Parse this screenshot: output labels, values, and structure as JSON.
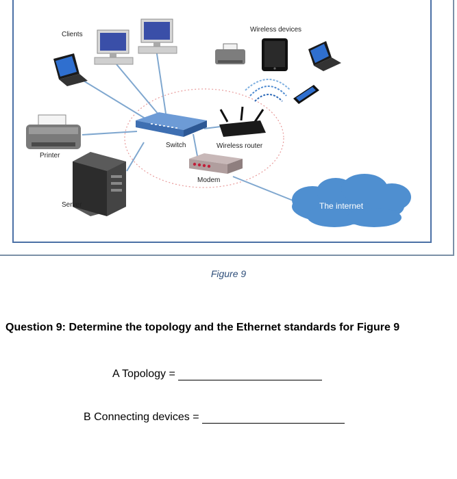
{
  "diagram": {
    "labels": {
      "clients": "Clients",
      "wireless_devices": "Wireless devices",
      "printer": "Printer",
      "server": "Server",
      "switch": "Switch",
      "wireless_router": "Wireless router",
      "modem": "Modem",
      "internet": "The internet"
    },
    "colors": {
      "frame": "#4a6fa5",
      "cable": "#7fa7cf",
      "cloud": "#4f8fd0",
      "switch": "#4a7fc0"
    }
  },
  "caption": "Figure 9",
  "question": "Question 9: Determine the topology and the Ethernet standards for Figure 9",
  "answers": {
    "a_label": "A Topology =",
    "b_label": "B Connecting devices ="
  }
}
